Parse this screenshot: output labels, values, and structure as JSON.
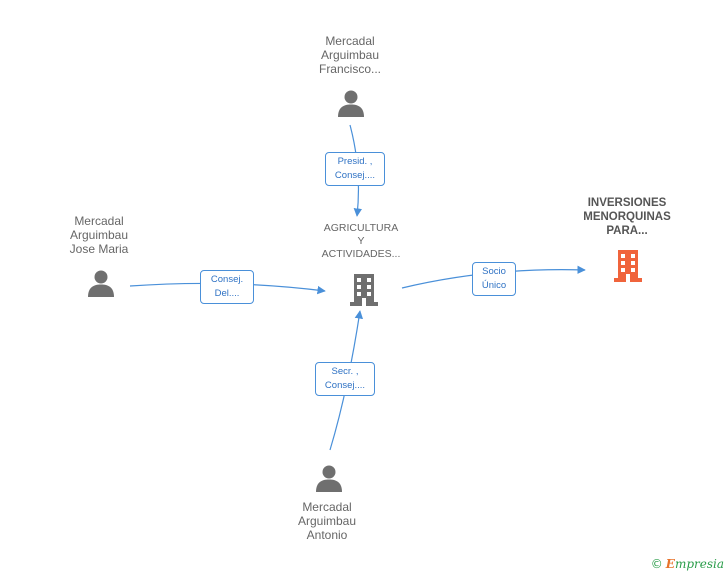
{
  "nodes": {
    "francisco": {
      "lines": [
        "Mercadal",
        "Arguimbau",
        "Francisco..."
      ],
      "icon": "person-icon"
    },
    "jose_maria": {
      "lines": [
        "Mercadal",
        "Arguimbau",
        "Jose Maria"
      ],
      "icon": "person-icon"
    },
    "antonio": {
      "lines": [
        "Mercadal",
        "Arguimbau",
        "Antonio"
      ],
      "icon": "person-icon"
    },
    "agricultura": {
      "lines": [
        "AGRICULTURA",
        "Y",
        "ACTIVIDADES..."
      ],
      "icon": "building-icon"
    },
    "inversiones": {
      "lines": [
        "INVERSIONES",
        "MENORQUINAS",
        "PARA..."
      ],
      "icon": "building-icon"
    }
  },
  "edges": {
    "francisco_to_agricultura": [
      "Presid. ,",
      "Consej...."
    ],
    "jose_to_agricultura": [
      "Consej.",
      "Del...."
    ],
    "antonio_to_agricultura": [
      "Secr. ,",
      "Consej...."
    ],
    "agricultura_to_inversiones": [
      "Socio",
      "Único"
    ]
  },
  "colors": {
    "edge": "#4a90d9",
    "person_icon": "#6f6f6f",
    "building_icon": "#6f6f6f",
    "target_icon": "#f0643c"
  },
  "brand": {
    "copyright": "©",
    "initial": "E",
    "name": "mpresia"
  }
}
